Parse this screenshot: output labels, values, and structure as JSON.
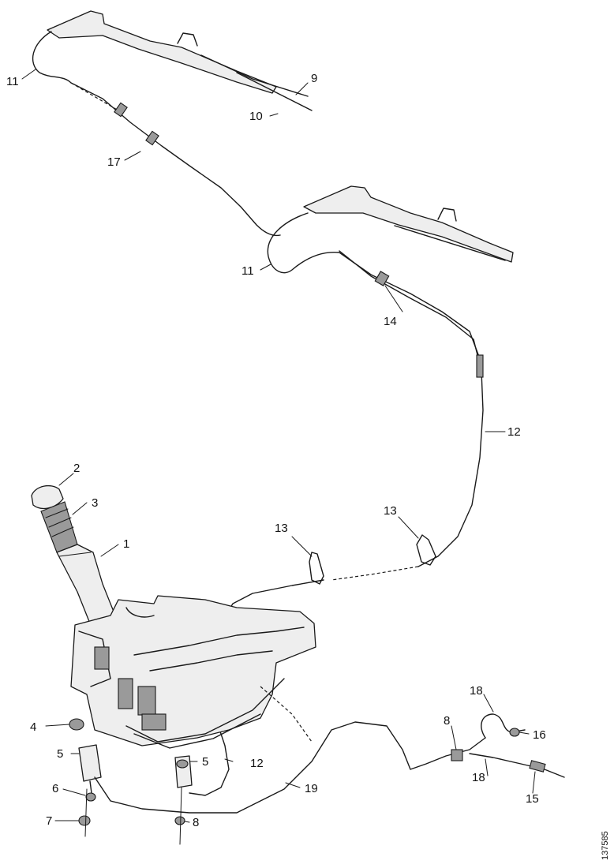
{
  "callouts": {
    "c1": "1",
    "c2": "2",
    "c3": "3",
    "c4": "4",
    "c5a": "5",
    "c5b": "5",
    "c6": "6",
    "c7": "7",
    "c8a": "8",
    "c8b": "8",
    "c9": "9",
    "c10": "10",
    "c11a": "11",
    "c11b": "11",
    "c12a": "12",
    "c12b": "12",
    "c13a": "13",
    "c13b": "13",
    "c14": "14",
    "c15": "15",
    "c16": "16",
    "c17": "17",
    "c18a": "18",
    "c18b": "18",
    "c19": "19"
  },
  "figure_ref": "137585"
}
